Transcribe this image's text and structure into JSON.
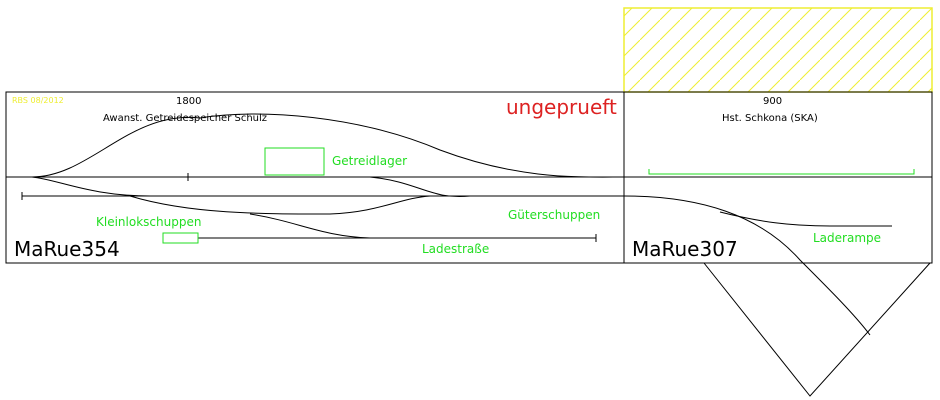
{
  "colors": {
    "track": "#000000",
    "label": "#22dd22",
    "status": "#dd2222",
    "hatch": "#eeee33",
    "stamp": "#eeee33"
  },
  "stamp": "RBS 08/2012",
  "status": "ungeprueft",
  "left_module": {
    "id": "MaRue354",
    "length": "1800",
    "name": "Awanst. Getreidespeicher Schulz",
    "labels": {
      "getreidlager": "Getreidlager",
      "gueterschuppen": "Güterschuppen",
      "kleinlokschuppen": "Kleinlokschuppen",
      "ladestrasse": "Ladestraße"
    }
  },
  "right_module": {
    "id": "MaRue307",
    "length": "900",
    "name": "Hst. Schkona (SKA)",
    "labels": {
      "laderampe": "Laderampe"
    }
  }
}
